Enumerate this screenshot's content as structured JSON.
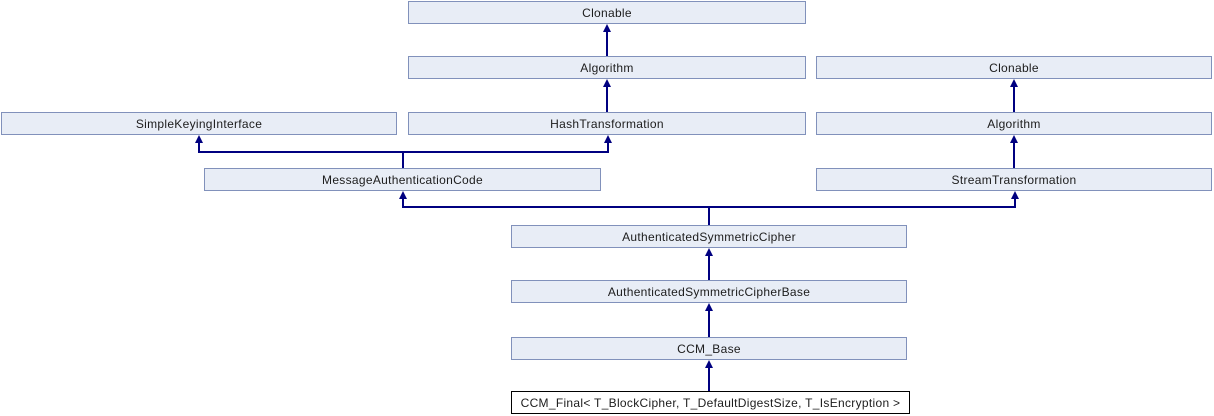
{
  "diagram_type": "class-inheritance-graph",
  "nodes": [
    {
      "label": "Clonable"
    },
    {
      "label": "Algorithm"
    },
    {
      "label": "Clonable"
    },
    {
      "label": "SimpleKeyingInterface"
    },
    {
      "label": "HashTransformation"
    },
    {
      "label": "Algorithm"
    },
    {
      "label": "MessageAuthenticationCode"
    },
    {
      "label": "StreamTransformation"
    },
    {
      "label": "AuthenticatedSymmetricCipher"
    },
    {
      "label": "AuthenticatedSymmetricCipherBase"
    },
    {
      "label": "CCM_Base"
    },
    {
      "label": "CCM_Final< T_BlockCipher, T_DefaultDigestSize, T_IsEncryption >",
      "highlighted": true
    }
  ],
  "edges": [
    {
      "derived": 1,
      "base": 0
    },
    {
      "derived": 4,
      "base": 1
    },
    {
      "derived": 5,
      "base": 2
    },
    {
      "derived": 6,
      "base": 3
    },
    {
      "derived": 6,
      "base": 4
    },
    {
      "derived": 7,
      "base": 5
    },
    {
      "derived": 8,
      "base": 6
    },
    {
      "derived": 8,
      "base": 7
    },
    {
      "derived": 9,
      "base": 8
    },
    {
      "derived": 10,
      "base": 9
    },
    {
      "derived": 11,
      "base": 10
    }
  ],
  "colors": {
    "node_fill": "#e8edf6",
    "node_border": "#8191bb",
    "edge": "#000080",
    "text": "#1c1c1c",
    "highlight_fill": "#ffffff",
    "highlight_border": "#000000",
    "background": "#ffffff"
  }
}
